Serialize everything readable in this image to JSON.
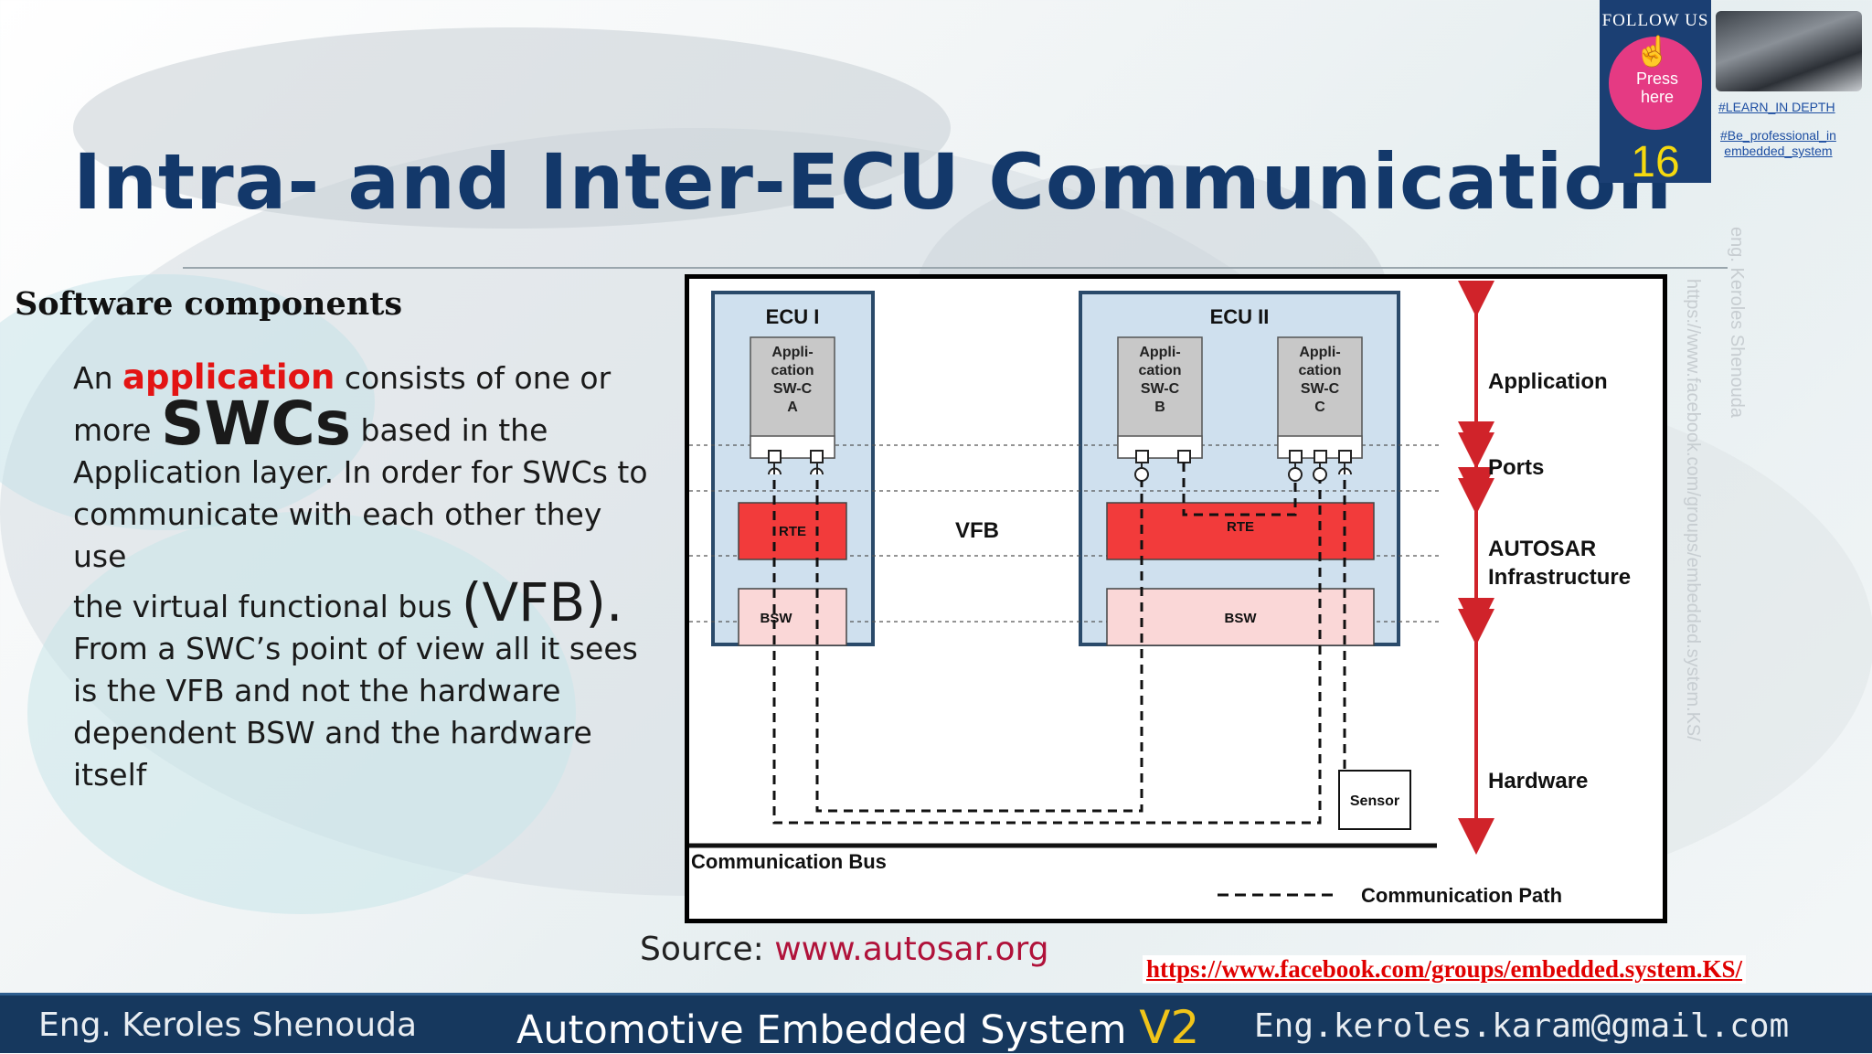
{
  "slide": {
    "title": "Intra- and Inter-ECU Communication",
    "section_heading": "Software components",
    "body": {
      "p1_pre": "An ",
      "p1_red": "application",
      "p1_post": " consists of one or",
      "p2_pre": "more ",
      "p2_big": "SWCs",
      "p2_post": " based in the",
      "p3": "Application layer. In order for SWCs to",
      "p4": "communicate with each other they use",
      "p5_pre": "the virtual functional bus ",
      "p5_big": "(VFB).",
      "p6": "From a SWC’s point of view all it sees",
      "p7": "is the VFB and not the hardware",
      "p8": "dependent BSW and the hardware",
      "p9": "itself"
    },
    "source_label": "Source: ",
    "source_url": "www.autosar.org"
  },
  "diagram": {
    "ecu1_title": "ECU I",
    "ecu2_title": "ECU II",
    "swc_a": [
      "Appli-",
      "cation",
      "SW-C",
      "A"
    ],
    "swc_b": [
      "Appli-",
      "cation",
      "SW-C",
      "B"
    ],
    "swc_c": [
      "Appli-",
      "cation",
      "SW-C",
      "C"
    ],
    "rte": "RTE",
    "bsw": "BSW",
    "vfb": "VFB",
    "sensor": "Sensor",
    "comm_bus": "Communication Bus",
    "comm_path": "Communication Path",
    "layers": [
      "Application",
      "Ports",
      "AUTOSAR",
      "Infrastructure",
      "Hardware"
    ],
    "colors": {
      "rte": "#f23b3b",
      "bsw": "#fad7d7",
      "ecu_fill": "#cfe0ee",
      "ecu_border": "#2a4a6a",
      "swc_fill": "#c8c8c8",
      "arrow": "#d0232a"
    }
  },
  "follow": {
    "follow_us": "FOLLOW US",
    "press": "Press",
    "here": "here",
    "slide_number": "16",
    "tag1": "#LEARN_IN DEPTH",
    "tag2_line1": "#Be_professional_in",
    "tag2_line2": "embedded_system"
  },
  "watermarks": {
    "name": "eng. Keroles Shenouda",
    "url": "https://www.facebook.com/groups/embedded.system.KS/"
  },
  "fb_link": "https://www.facebook.com/groups/embedded.system.KS/",
  "footer": {
    "author": "Eng. Keroles Shenouda",
    "course": "Automotive Embedded System ",
    "version": "V2",
    "email": "Eng.keroles.karam@gmail.com"
  }
}
